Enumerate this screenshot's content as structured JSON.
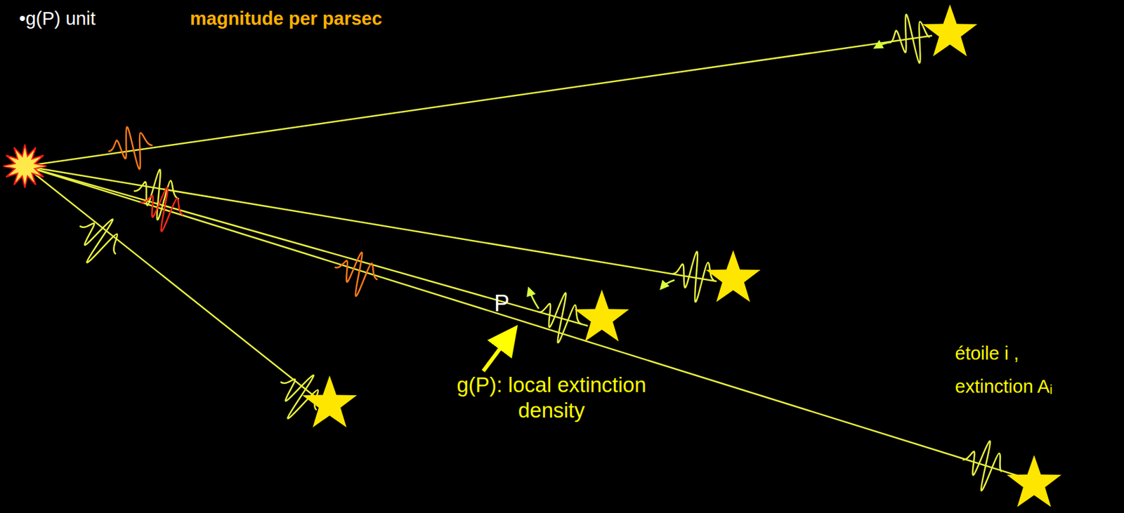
{
  "diagram": {
    "labels": [
      "•g(P) unit",
      "magnitude per parsec",
      "P",
      "g(P): local extinction density",
      "étoile i ,",
      "extinction Aᵢ"
    ]
  }
}
